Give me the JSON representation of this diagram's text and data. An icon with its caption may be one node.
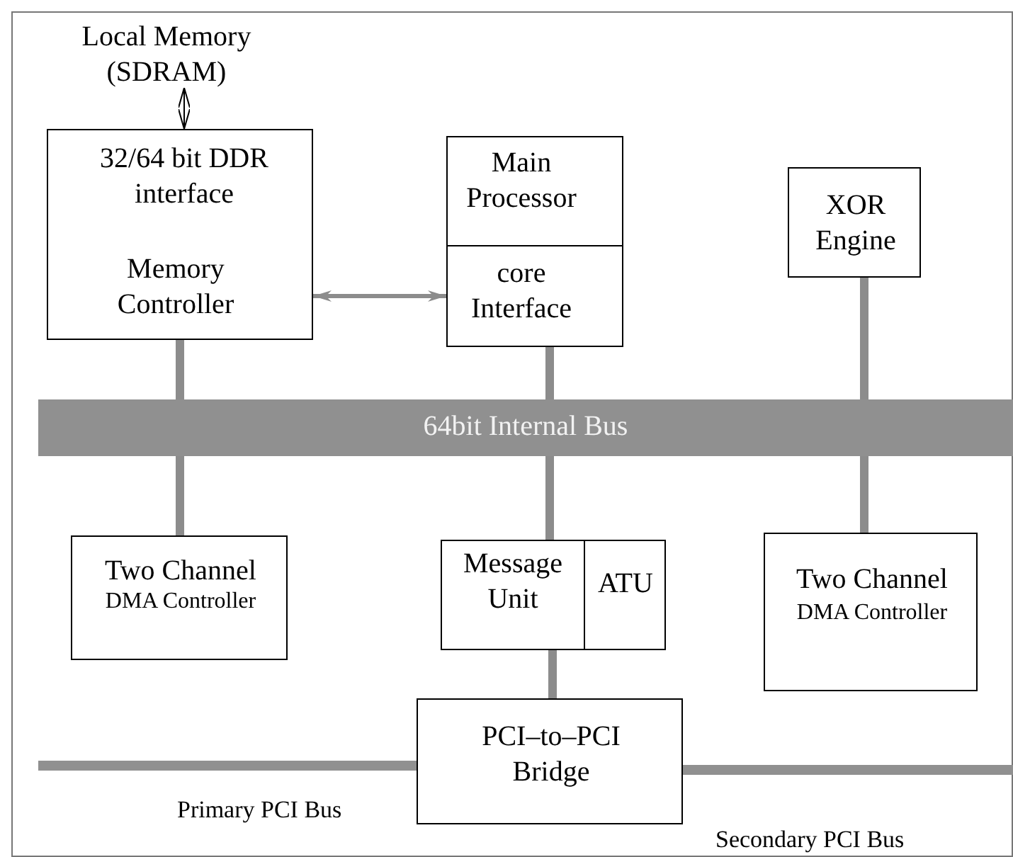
{
  "diagram": {
    "nodes": [
      {
        "text": [
          "Local Memory (SDRAM)"
        ]
      },
      {
        "text": [
          "32/64 bit DDR interface",
          "Memory Controller"
        ]
      },
      {
        "text": [
          "Main Processor",
          "core Interface"
        ]
      },
      {
        "text": [
          "XOR Engine"
        ]
      },
      {
        "text": [
          "64bit Internal Bus"
        ]
      },
      {
        "text": [
          "Two Channel",
          "DMA Controller"
        ]
      },
      {
        "text": [
          "Message Unit",
          "ATU"
        ]
      },
      {
        "text": [
          "Two Channel",
          "DMA Controller"
        ]
      },
      {
        "text": [
          "PCI–to–PCI Bridge"
        ]
      },
      {
        "text": [],
        "shape": "bar",
        "beside": [
          "Primary PCI Bus"
        ]
      },
      {
        "text": [],
        "shape": "bar"
      }
    ],
    "edges": [
      {
        "from": 0,
        "to": 1,
        "arrow": "both",
        "color": "#000000"
      },
      {
        "from": 1,
        "to": 2,
        "arrow": "both"
      },
      {
        "from": 1,
        "to": 4,
        "arrow": "none"
      },
      {
        "from": 2,
        "to": 4,
        "arrow": "none"
      },
      {
        "from": 3,
        "to": 4,
        "arrow": "none"
      },
      {
        "from": 4,
        "to": 5,
        "arrow": "none"
      },
      {
        "from": 4,
        "to": 6,
        "arrow": "none"
      },
      {
        "from": 4,
        "to": 7,
        "arrow": "none"
      },
      {
        "from": 6,
        "to": 8,
        "arrow": "none"
      }
    ],
    "labels": [
      "Secondary PCI Bus"
    ]
  }
}
